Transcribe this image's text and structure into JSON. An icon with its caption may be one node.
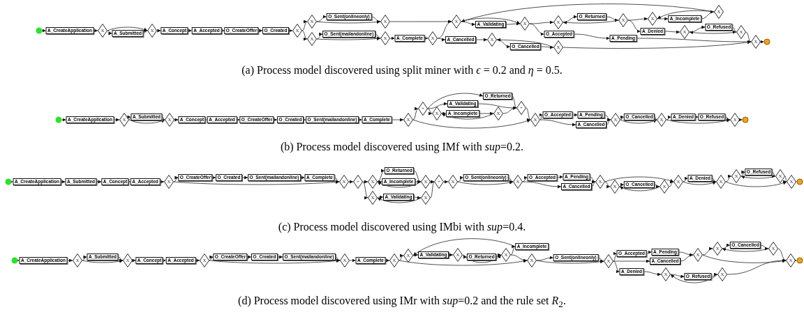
{
  "diagram": {
    "nodes": [
      {
        "text": [],
        "shape": "circle"
      },
      {
        "text": [
          "A_CreateApplication"
        ]
      },
      {
        "text": [
          "X"
        ]
      },
      {
        "text": [
          "A_Submitted"
        ]
      },
      {
        "text": [
          "X"
        ]
      },
      {
        "text": [
          "A_Concept"
        ]
      },
      {
        "text": [
          "A_Accepted"
        ]
      },
      {
        "text": [
          "O_CreateOffer"
        ]
      },
      {
        "text": [
          "O_Created"
        ]
      },
      {
        "text": [
          "X"
        ]
      },
      {
        "text": [
          "X"
        ]
      },
      {
        "text": [
          "X"
        ]
      },
      {
        "text": [
          "O_Sent(onlineonly)"
        ]
      },
      {
        "text": [
          "O_Sent(mailandonline)"
        ]
      },
      {
        "text": [
          "X"
        ]
      },
      {
        "text": [
          "X"
        ]
      },
      {
        "text": [
          "A_Complete"
        ]
      },
      {
        "text": [
          "X"
        ]
      },
      {
        "text": [
          "X"
        ]
      },
      {
        "text": [
          "A_Cancelled"
        ]
      },
      {
        "text": [
          "A_Validating"
        ]
      },
      {
        "text": [
          "X"
        ]
      },
      {
        "text": [
          "O_Cancelled"
        ]
      },
      {
        "text": [
          "X"
        ]
      },
      {
        "text": [
          "X"
        ]
      },
      {
        "text": [
          "O_Accepted"
        ]
      },
      {
        "text": [
          "X"
        ]
      },
      {
        "text": [
          "O_Returned"
        ]
      },
      {
        "text": [
          "A_Pending"
        ]
      },
      {
        "text": [
          "X"
        ]
      },
      {
        "text": [
          "A_Denied"
        ]
      },
      {
        "text": [
          "X"
        ]
      },
      {
        "text": [
          "A_Incomplete"
        ]
      },
      {
        "text": [
          "X"
        ]
      },
      {
        "text": [
          "O_Refused"
        ]
      },
      {
        "text": [
          "X"
        ]
      },
      {
        "text": [
          "X"
        ]
      },
      {
        "text": [
          "X"
        ]
      },
      {
        "text": [],
        "shape": "circle"
      },
      {
        "text": [],
        "shape": "circle"
      },
      {
        "text": [
          "A_CreateApplication"
        ]
      },
      {
        "text": [
          "X"
        ]
      },
      {
        "text": [
          "A_Submitted"
        ]
      },
      {
        "text": [
          "X"
        ]
      },
      {
        "text": [
          "A_Concept"
        ]
      },
      {
        "text": [
          "A_Accepted"
        ]
      },
      {
        "text": [
          "O_CreateOffer"
        ]
      },
      {
        "text": [
          "O_Created"
        ]
      },
      {
        "text": [
          "O_Sent(mailandonline)"
        ]
      },
      {
        "text": [
          "A_Complete"
        ]
      },
      {
        "text": [
          "X"
        ]
      },
      {
        "text": [
          "+"
        ]
      },
      {
        "text": [
          "O_Returned"
        ]
      },
      {
        "text": [
          "A_Validating"
        ]
      },
      {
        "text": [
          "X"
        ]
      },
      {
        "text": [
          "A_Incomplete"
        ]
      },
      {
        "text": [
          "X"
        ]
      },
      {
        "text": [
          "+"
        ]
      },
      {
        "text": [
          "X"
        ]
      },
      {
        "text": [
          "O_Accepted"
        ]
      },
      {
        "text": [
          "A_Cancelled"
        ]
      },
      {
        "text": [
          "A_Pending"
        ]
      },
      {
        "text": [
          "X"
        ]
      },
      {
        "text": [
          "O_Cancelled"
        ]
      },
      {
        "text": [
          "X"
        ]
      },
      {
        "text": [
          "A_Denied"
        ]
      },
      {
        "text": [
          "O_Refused"
        ]
      },
      {
        "text": [
          "X"
        ]
      },
      {
        "text": [],
        "shape": "circle"
      },
      {
        "text": [],
        "shape": "circle"
      },
      {
        "text": [
          "A_CreateApplication"
        ]
      },
      {
        "text": [
          "A_Submitted"
        ]
      },
      {
        "text": [
          "A_Concept"
        ]
      },
      {
        "text": [
          "A_Accepted"
        ]
      },
      {
        "text": [
          "X"
        ]
      },
      {
        "text": [
          "O_CreateOffer"
        ]
      },
      {
        "text": [
          "O_Created"
        ]
      },
      {
        "text": [
          "O_Sent(mailandonline)"
        ]
      },
      {
        "text": [
          "A_Complete"
        ]
      },
      {
        "text": [
          "X"
        ]
      },
      {
        "text": [
          "+"
        ]
      },
      {
        "text": [
          "X"
        ]
      },
      {
        "text": [
          "O_Returned"
        ]
      },
      {
        "text": [
          "A_Incomplete"
        ]
      },
      {
        "text": [
          "X"
        ]
      },
      {
        "text": [
          "A_Validating"
        ]
      },
      {
        "text": [
          "X"
        ]
      },
      {
        "text": [
          "X"
        ]
      },
      {
        "text": [
          "+"
        ]
      },
      {
        "text": [
          "X"
        ]
      },
      {
        "text": [
          "O_Sent(onlineonly)"
        ]
      },
      {
        "text": [
          "X"
        ]
      },
      {
        "text": [
          "O_Accepted"
        ]
      },
      {
        "text": [
          "A_Pending"
        ]
      },
      {
        "text": [
          "A_Cancelled"
        ]
      },
      {
        "text": [
          "X"
        ]
      },
      {
        "text": [
          "X"
        ]
      },
      {
        "text": [
          "O_Cancelled"
        ]
      },
      {
        "text": [
          "X"
        ]
      },
      {
        "text": [
          "X"
        ]
      },
      {
        "text": [
          "A_Denied"
        ]
      },
      {
        "text": [
          "X"
        ]
      },
      {
        "text": [
          "X"
        ]
      },
      {
        "text": [
          "O_Refused"
        ]
      },
      {
        "text": [
          "X"
        ]
      },
      {
        "text": [
          "X"
        ]
      },
      {
        "text": [],
        "shape": "circle"
      },
      {
        "text": [],
        "shape": "circle"
      },
      {
        "text": [
          "A_CreateApplication"
        ]
      },
      {
        "text": [
          "X"
        ]
      },
      {
        "text": [
          "A_Submitted"
        ]
      },
      {
        "text": [
          "X"
        ]
      },
      {
        "text": [
          "A_Concept"
        ]
      },
      {
        "text": [
          "A_Accepted"
        ]
      },
      {
        "text": [
          "X"
        ]
      },
      {
        "text": [
          "O_CreateOffer"
        ]
      },
      {
        "text": [
          "O_Created"
        ]
      },
      {
        "text": [
          "O_Sent(mailandonline)"
        ]
      },
      {
        "text": [
          "X"
        ]
      },
      {
        "text": [
          "A_Complete"
        ]
      },
      {
        "text": [
          "X"
        ]
      },
      {
        "text": [
          "X"
        ]
      },
      {
        "text": [
          "A_Validating"
        ]
      },
      {
        "text": [
          "X"
        ]
      },
      {
        "text": [
          "O_Returned"
        ]
      },
      {
        "text": [
          "X"
        ]
      },
      {
        "text": [
          "A_Incomplete"
        ]
      },
      {
        "text": [
          "X"
        ]
      },
      {
        "text": [
          "O_Sent(onlineonly)"
        ]
      },
      {
        "text": [
          "X"
        ]
      },
      {
        "text": [
          "O_Accepted"
        ]
      },
      {
        "text": [
          "A_Denied"
        ]
      },
      {
        "text": [
          "A_Pending"
        ]
      },
      {
        "text": [
          "A_Cancelled"
        ]
      },
      {
        "text": [
          "X"
        ]
      },
      {
        "text": [
          "O_Refused"
        ]
      },
      {
        "text": [
          "X"
        ]
      },
      {
        "text": [
          "X"
        ]
      },
      {
        "text": [
          "O_Cancelled"
        ]
      },
      {
        "text": [
          "X"
        ]
      },
      {
        "text": [
          "X"
        ]
      },
      {
        "text": [
          "X"
        ]
      },
      {
        "text": [],
        "shape": "circle"
      }
    ],
    "edges": [
      {
        "from": 0,
        "to": 1,
        "arrow": "to"
      },
      {
        "from": 1,
        "to": 2,
        "arrow": "to"
      },
      {
        "from": 2,
        "to": 3,
        "arrow": "to"
      },
      {
        "from": 3,
        "to": 4,
        "arrow": "to"
      },
      {
        "from": 2,
        "to": 4,
        "arrow": "to"
      },
      {
        "from": 4,
        "to": 5,
        "arrow": "to"
      },
      {
        "from": 5,
        "to": 6,
        "arrow": "to"
      },
      {
        "from": 6,
        "to": 7,
        "arrow": "to"
      },
      {
        "from": 7,
        "to": 8,
        "arrow": "to"
      },
      {
        "from": 8,
        "to": 9,
        "arrow": "to"
      },
      {
        "from": 9,
        "to": 10,
        "arrow": "to"
      },
      {
        "from": 9,
        "to": 11,
        "arrow": "to"
      },
      {
        "from": 10,
        "to": 12,
        "arrow": "to"
      },
      {
        "from": 12,
        "to": 14,
        "arrow": "to"
      },
      {
        "from": 10,
        "to": 14,
        "arrow": "to"
      },
      {
        "from": 11,
        "to": 13,
        "arrow": "to"
      },
      {
        "from": 13,
        "to": 15,
        "arrow": "to"
      },
      {
        "from": 11,
        "to": 15,
        "arrow": "to"
      },
      {
        "from": 15,
        "to": 16,
        "arrow": "to"
      },
      {
        "from": 14,
        "to": 18,
        "arrow": "to"
      },
      {
        "from": 16,
        "to": 17,
        "arrow": "to"
      },
      {
        "from": 17,
        "to": 18,
        "arrow": "to"
      },
      {
        "from": 17,
        "to": 19,
        "arrow": "to"
      },
      {
        "from": 18,
        "to": 20,
        "arrow": "to"
      },
      {
        "from": 18,
        "to": 23,
        "arrow": "to"
      },
      {
        "from": 20,
        "to": 23,
        "arrow": "to"
      },
      {
        "from": 23,
        "to": 24,
        "arrow": "to"
      },
      {
        "from": 23,
        "to": 25,
        "arrow": "to"
      },
      {
        "from": 24,
        "to": 27,
        "arrow": "to"
      },
      {
        "from": 27,
        "to": 29,
        "arrow": "to"
      },
      {
        "from": 29,
        "to": 24,
        "arrow": "to"
      },
      {
        "from": 29,
        "to": 31,
        "arrow": "to"
      },
      {
        "from": 29,
        "to": 30,
        "arrow": "to"
      },
      {
        "from": 31,
        "to": 32,
        "arrow": "to"
      },
      {
        "from": 32,
        "to": 35,
        "arrow": "to"
      },
      {
        "from": 35,
        "to": 31,
        "arrow": "to"
      },
      {
        "from": 35,
        "to": 18,
        "arrow": "to"
      },
      {
        "from": 25,
        "to": 28,
        "arrow": "to"
      },
      {
        "from": 28,
        "to": 37,
        "arrow": "to"
      },
      {
        "from": 30,
        "to": 33,
        "arrow": "to"
      },
      {
        "from": 33,
        "to": 34,
        "arrow": "to"
      },
      {
        "from": 34,
        "to": 36,
        "arrow": "to"
      },
      {
        "from": 36,
        "to": 33,
        "arrow": "to"
      },
      {
        "from": 36,
        "to": 37,
        "arrow": "to"
      },
      {
        "from": 37,
        "to": 38,
        "arrow": "to"
      },
      {
        "from": 19,
        "to": 21,
        "arrow": "to"
      },
      {
        "from": 21,
        "to": 22,
        "arrow": "to"
      },
      {
        "from": 22,
        "to": 26,
        "arrow": "to"
      },
      {
        "from": 26,
        "to": 21,
        "arrow": "to"
      },
      {
        "from": 26,
        "to": 37,
        "arrow": "to"
      },
      {
        "from": 39,
        "to": 40,
        "arrow": "to"
      },
      {
        "from": 40,
        "to": 41,
        "arrow": "to"
      },
      {
        "from": 41,
        "to": 42,
        "arrow": "to"
      },
      {
        "from": 42,
        "to": 43,
        "arrow": "to"
      },
      {
        "from": 41,
        "to": 43,
        "arrow": "to"
      },
      {
        "from": 43,
        "to": 44,
        "arrow": "to"
      },
      {
        "from": 44,
        "to": 45,
        "arrow": "to"
      },
      {
        "from": 45,
        "to": 46,
        "arrow": "to"
      },
      {
        "from": 46,
        "to": 47,
        "arrow": "to"
      },
      {
        "from": 47,
        "to": 48,
        "arrow": "to"
      },
      {
        "from": 48,
        "to": 49,
        "arrow": "to"
      },
      {
        "from": 49,
        "to": 50,
        "arrow": "to"
      },
      {
        "from": 50,
        "to": 51,
        "arrow": "to"
      },
      {
        "from": 50,
        "to": 58,
        "arrow": "to"
      },
      {
        "from": 51,
        "to": 52,
        "arrow": "to"
      },
      {
        "from": 51,
        "to": 53,
        "arrow": "to"
      },
      {
        "from": 51,
        "to": 54,
        "arrow": "to"
      },
      {
        "from": 54,
        "to": 55,
        "arrow": "to"
      },
      {
        "from": 55,
        "to": 56,
        "arrow": "to"
      },
      {
        "from": 56,
        "to": 54,
        "arrow": "to"
      },
      {
        "from": 52,
        "to": 57,
        "arrow": "to"
      },
      {
        "from": 53,
        "to": 57,
        "arrow": "to"
      },
      {
        "from": 56,
        "to": 57,
        "arrow": "to"
      },
      {
        "from": 57,
        "to": 58,
        "arrow": "to"
      },
      {
        "from": 58,
        "to": 59,
        "arrow": "to"
      },
      {
        "from": 58,
        "to": 60,
        "arrow": "to"
      },
      {
        "from": 59,
        "to": 61,
        "arrow": "to"
      },
      {
        "from": 61,
        "to": 62,
        "arrow": "to"
      },
      {
        "from": 60,
        "to": 62,
        "arrow": "to"
      },
      {
        "from": 62,
        "to": 63,
        "arrow": "to"
      },
      {
        "from": 63,
        "to": 64,
        "arrow": "to"
      },
      {
        "from": 62,
        "to": 64,
        "arrow": "to"
      },
      {
        "from": 64,
        "to": 65,
        "arrow": "to"
      },
      {
        "from": 65,
        "to": 66,
        "arrow": "to"
      },
      {
        "from": 66,
        "to": 67,
        "arrow": "to"
      },
      {
        "from": 64,
        "to": 67,
        "arrow": "to"
      },
      {
        "from": 67,
        "to": 68,
        "arrow": "to"
      },
      {
        "from": 69,
        "to": 70,
        "arrow": "to"
      },
      {
        "from": 70,
        "to": 71,
        "arrow": "to"
      },
      {
        "from": 71,
        "to": 72,
        "arrow": "to"
      },
      {
        "from": 72,
        "to": 73,
        "arrow": "to"
      },
      {
        "from": 73,
        "to": 74,
        "arrow": "to"
      },
      {
        "from": 74,
        "to": 75,
        "arrow": "to"
      },
      {
        "from": 75,
        "to": 76,
        "arrow": "to"
      },
      {
        "from": 76,
        "to": 77,
        "arrow": "to"
      },
      {
        "from": 77,
        "to": 78,
        "arrow": "to"
      },
      {
        "from": 78,
        "to": 79,
        "arrow": "to"
      },
      {
        "from": 74,
        "to": 79,
        "arrow": "to"
      },
      {
        "from": 79,
        "to": 80,
        "arrow": "to"
      },
      {
        "from": 80,
        "to": 81,
        "arrow": "to"
      },
      {
        "from": 80,
        "to": 84,
        "arrow": "to"
      },
      {
        "from": 81,
        "to": 82,
        "arrow": "to"
      },
      {
        "from": 81,
        "to": 83,
        "arrow": "to"
      },
      {
        "from": 82,
        "to": 86,
        "arrow": "to"
      },
      {
        "from": 83,
        "to": 86,
        "arrow": "to"
      },
      {
        "from": 86,
        "to": 81,
        "arrow": "to"
      },
      {
        "from": 84,
        "to": 85,
        "arrow": "to"
      },
      {
        "from": 85,
        "to": 87,
        "arrow": "to"
      },
      {
        "from": 87,
        "to": 84,
        "arrow": "to"
      },
      {
        "from": 86,
        "to": 88,
        "arrow": "to"
      },
      {
        "from": 87,
        "to": 88,
        "arrow": "to"
      },
      {
        "from": 88,
        "to": 89,
        "arrow": "to"
      },
      {
        "from": 89,
        "to": 90,
        "arrow": "to"
      },
      {
        "from": 90,
        "to": 91,
        "arrow": "to"
      },
      {
        "from": 89,
        "to": 91,
        "arrow": "to"
      },
      {
        "from": 91,
        "to": 92,
        "arrow": "to"
      },
      {
        "from": 91,
        "to": 94,
        "arrow": "to"
      },
      {
        "from": 92,
        "to": 93,
        "arrow": "to"
      },
      {
        "from": 93,
        "to": 95,
        "arrow": "to"
      },
      {
        "from": 94,
        "to": 95,
        "arrow": "to"
      },
      {
        "from": 95,
        "to": 96,
        "arrow": "to"
      },
      {
        "from": 96,
        "to": 97,
        "arrow": "to"
      },
      {
        "from": 97,
        "to": 98,
        "arrow": "to"
      },
      {
        "from": 98,
        "to": 96,
        "arrow": "to"
      },
      {
        "from": 98,
        "to": 99,
        "arrow": "to"
      },
      {
        "from": 95,
        "to": 99,
        "arrow": "to"
      },
      {
        "from": 99,
        "to": 100,
        "arrow": "to"
      },
      {
        "from": 100,
        "to": 101,
        "arrow": "to"
      },
      {
        "from": 99,
        "to": 101,
        "arrow": "to"
      },
      {
        "from": 101,
        "to": 102,
        "arrow": "to"
      },
      {
        "from": 102,
        "to": 103,
        "arrow": "to"
      },
      {
        "from": 103,
        "to": 104,
        "arrow": "to"
      },
      {
        "from": 104,
        "to": 102,
        "arrow": "to"
      },
      {
        "from": 104,
        "to": 105,
        "arrow": "to"
      },
      {
        "from": 101,
        "to": 105,
        "arrow": "to"
      },
      {
        "from": 105,
        "to": 106,
        "arrow": "to"
      },
      {
        "from": 107,
        "to": 108,
        "arrow": "to"
      },
      {
        "from": 108,
        "to": 109,
        "arrow": "to"
      },
      {
        "from": 109,
        "to": 110,
        "arrow": "to"
      },
      {
        "from": 110,
        "to": 111,
        "arrow": "to"
      },
      {
        "from": 109,
        "to": 111,
        "arrow": "to"
      },
      {
        "from": 111,
        "to": 112,
        "arrow": "to"
      },
      {
        "from": 112,
        "to": 113,
        "arrow": "to"
      },
      {
        "from": 113,
        "to": 114,
        "arrow": "to"
      },
      {
        "from": 114,
        "to": 115,
        "arrow": "to"
      },
      {
        "from": 115,
        "to": 116,
        "arrow": "to"
      },
      {
        "from": 116,
        "to": 117,
        "arrow": "to"
      },
      {
        "from": 117,
        "to": 118,
        "arrow": "to"
      },
      {
        "from": 114,
        "to": 118,
        "arrow": "to"
      },
      {
        "from": 118,
        "to": 119,
        "arrow": "to"
      },
      {
        "from": 119,
        "to": 120,
        "arrow": "to"
      },
      {
        "from": 120,
        "to": 121,
        "arrow": "to"
      },
      {
        "from": 120,
        "to": 127,
        "arrow": "to"
      },
      {
        "from": 121,
        "to": 122,
        "arrow": "to"
      },
      {
        "from": 122,
        "to": 123,
        "arrow": "to"
      },
      {
        "from": 123,
        "to": 124,
        "arrow": "to"
      },
      {
        "from": 124,
        "to": 125,
        "arrow": "to"
      },
      {
        "from": 123,
        "to": 125,
        "arrow": "to"
      },
      {
        "from": 125,
        "to": 126,
        "arrow": "to"
      },
      {
        "from": 126,
        "to": 121,
        "arrow": "to"
      },
      {
        "from": 125,
        "to": 127,
        "arrow": "to"
      },
      {
        "from": 127,
        "to": 128,
        "arrow": "to"
      },
      {
        "from": 128,
        "to": 129,
        "arrow": "to"
      },
      {
        "from": 127,
        "to": 129,
        "arrow": "to"
      },
      {
        "from": 129,
        "to": 130,
        "arrow": "to"
      },
      {
        "from": 129,
        "to": 133,
        "arrow": "to"
      },
      {
        "from": 129,
        "to": 131,
        "arrow": "to"
      },
      {
        "from": 130,
        "to": 132,
        "arrow": "to"
      },
      {
        "from": 132,
        "to": 136,
        "arrow": "to"
      },
      {
        "from": 133,
        "to": 136,
        "arrow": "to"
      },
      {
        "from": 131,
        "to": 134,
        "arrow": "to"
      },
      {
        "from": 134,
        "to": 135,
        "arrow": "to"
      },
      {
        "from": 135,
        "to": 139,
        "arrow": "to"
      },
      {
        "from": 139,
        "to": 134,
        "arrow": "to"
      },
      {
        "from": 139,
        "to": 141,
        "arrow": "to"
      },
      {
        "from": 136,
        "to": 137,
        "arrow": "to"
      },
      {
        "from": 137,
        "to": 138,
        "arrow": "to"
      },
      {
        "from": 138,
        "to": 140,
        "arrow": "to"
      },
      {
        "from": 140,
        "to": 137,
        "arrow": "to"
      },
      {
        "from": 140,
        "to": 141,
        "arrow": "to"
      },
      {
        "from": 136,
        "to": 141,
        "arrow": "to"
      },
      {
        "from": 141,
        "to": 142,
        "arrow": "to"
      }
    ],
    "labels": [
      "(a) Process model discovered using split miner with *ϵ* = 0.2 and *η* = 0.5.",
      "(b) Process model discovered using IMf with *sup*=0.2.",
      "(c) Process model discovered using IMbi with *sup*=0.4.",
      "(d) Process model discovered using IMr with *sup*=0.2 and the rule set *R*$_{2}$."
    ]
  }
}
